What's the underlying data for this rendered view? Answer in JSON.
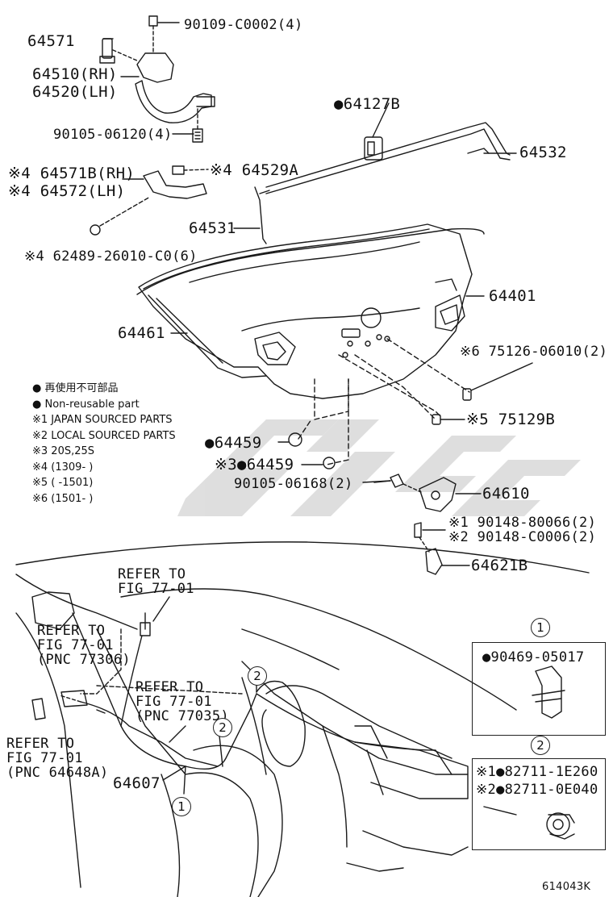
{
  "parts": {
    "p64571": "64571",
    "p90109": "90109-C0002(4)",
    "p64510": "64510(RH)",
    "p64520": "64520(LH)",
    "p90105a": "90105-06120(4)",
    "p64571B": "※4 64571B(RH)",
    "p64572": "※4 64572(LH)",
    "p64529A": "※4 64529A",
    "p62489": "※4 62489-26010-C0(6)",
    "p64127B": "●64127B",
    "p64532": "64532",
    "p64531": "64531",
    "p64401": "64401",
    "p64461": "64461",
    "p75126": "※6 75126-06010(2)",
    "p75129B": "※5 75129B",
    "p64459a": "●64459",
    "p64459b": "※3●64459",
    "p90105b": "90105-06168(2)",
    "p64610": "64610",
    "p90148a": "※1 90148-80066(2)",
    "p90148b": "※2 90148-C0006(2)",
    "p64621B": "64621B",
    "p64607": "64607",
    "ref1a": "REFER TO",
    "ref1b": "FIG 77-01",
    "ref2a": "REFER TO",
    "ref2b": "FIG 77-01",
    "ref2c": "(PNC 77306)",
    "ref3a": "REFER TO",
    "ref3b": "FIG 77-01",
    "ref3c": "(PNC 77035)",
    "ref4a": "REFER TO",
    "ref4b": "FIG 77-01",
    "ref4c": "(PNC 64648A)",
    "box1_num": "1",
    "box1_part": "●90469-05017",
    "box2_num": "2",
    "box2_part1": "※1●82711-1E260",
    "box2_part2": "※2●82711-0E040",
    "callout1": "1",
    "callout2a": "2",
    "callout2b": "2",
    "figure_id": "614043K"
  },
  "legend": [
    "● 再使用不可部品",
    "● Non-reusable part",
    "※1 JAPAN SOURCED PARTS",
    "※2 LOCAL SOURCED PARTS",
    "※3 20S,25S",
    "※4 (1309-      )",
    "※5 (      -1501)",
    "※6 (1501-      )"
  ],
  "colors": {
    "line": "#1a1a1a",
    "watermark": "#cfcfcf"
  }
}
